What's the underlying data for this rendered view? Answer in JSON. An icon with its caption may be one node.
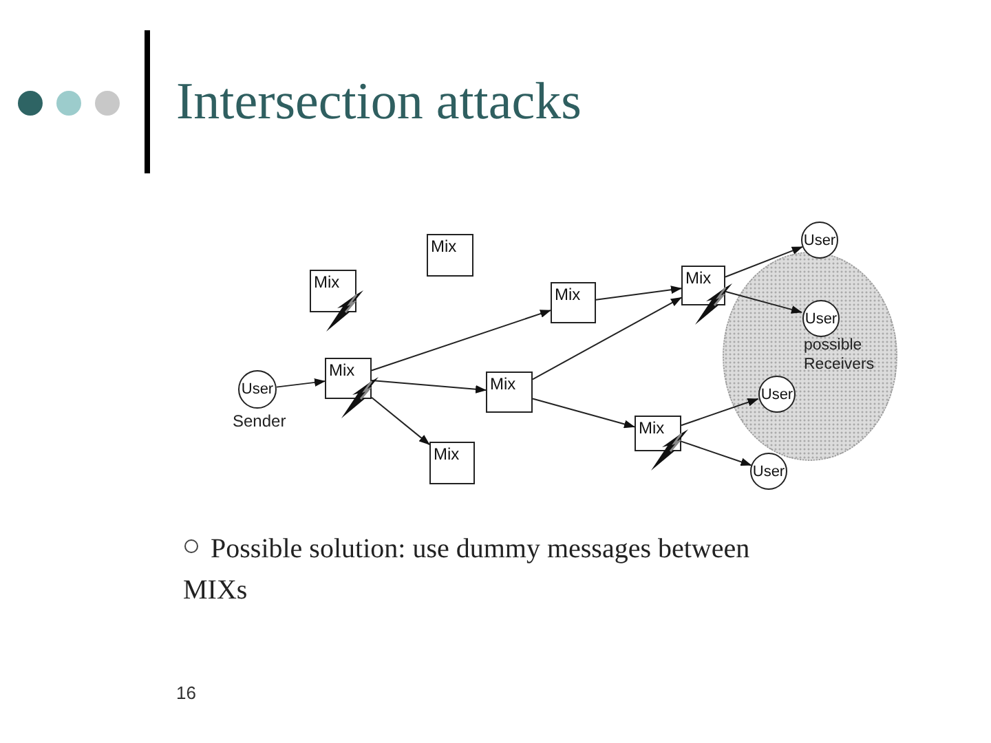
{
  "diagram": {
    "title": "Intersection attacks",
    "nodes": [
      {
        "text": [
          "Mix"
        ]
      },
      {
        "text": [
          "Mix"
        ]
      },
      {
        "text": [
          "Mix"
        ]
      },
      {
        "text": [
          "Mix"
        ]
      },
      {
        "text": [
          "User"
        ]
      },
      {
        "text": [
          "possible Receivers"
        ]
      },
      {
        "text": [
          "User"
        ],
        "in": 5
      },
      {
        "text": [
          "User"
        ],
        "in": 5
      },
      {
        "text": [
          "User"
        ],
        "beside": [
          "Sender"
        ]
      },
      {
        "text": [
          "Mix"
        ]
      },
      {
        "text": [
          "Mix"
        ]
      },
      {
        "text": [
          "Mix"
        ]
      },
      {
        "text": [
          "Mix"
        ]
      },
      {
        "text": [
          "User"
        ]
      }
    ],
    "edges": [
      {
        "from": 8,
        "to": 9,
        "arrow": "to"
      },
      {
        "from": 9,
        "to": 2,
        "arrow": "to"
      },
      {
        "from": 9,
        "to": 10,
        "arrow": "to"
      },
      {
        "from": 9,
        "to": 12,
        "arrow": "to"
      },
      {
        "from": 2,
        "to": 3,
        "arrow": "to"
      },
      {
        "from": 10,
        "to": 3,
        "arrow": "to"
      },
      {
        "from": 10,
        "to": 11,
        "arrow": "to"
      },
      {
        "from": 3,
        "to": 4,
        "arrow": "to"
      },
      {
        "from": 3,
        "to": 6,
        "arrow": "to"
      },
      {
        "from": 11,
        "to": 7,
        "arrow": "to"
      },
      {
        "from": 11,
        "to": 13,
        "arrow": "to"
      }
    ],
    "labels": [
      "Possible solution: use dummy messages between MIXs",
      "16"
    ]
  }
}
